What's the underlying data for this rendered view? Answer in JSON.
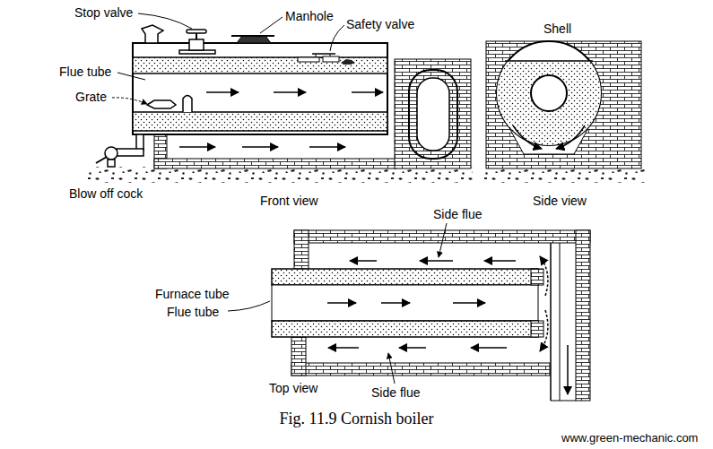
{
  "diagram": {
    "caption": "Fig. 11.9 Cornish boiler",
    "labels": [
      "Stop valve",
      "Manhole",
      "Shell",
      "Safety valve",
      "Flue tube",
      "Grate",
      "Blow off cock",
      "Front view",
      "Side view",
      "Side flue",
      "Furnace tube",
      "Flue tube",
      "Top view",
      "Side flue",
      "www.green-mechanic.com"
    ]
  }
}
